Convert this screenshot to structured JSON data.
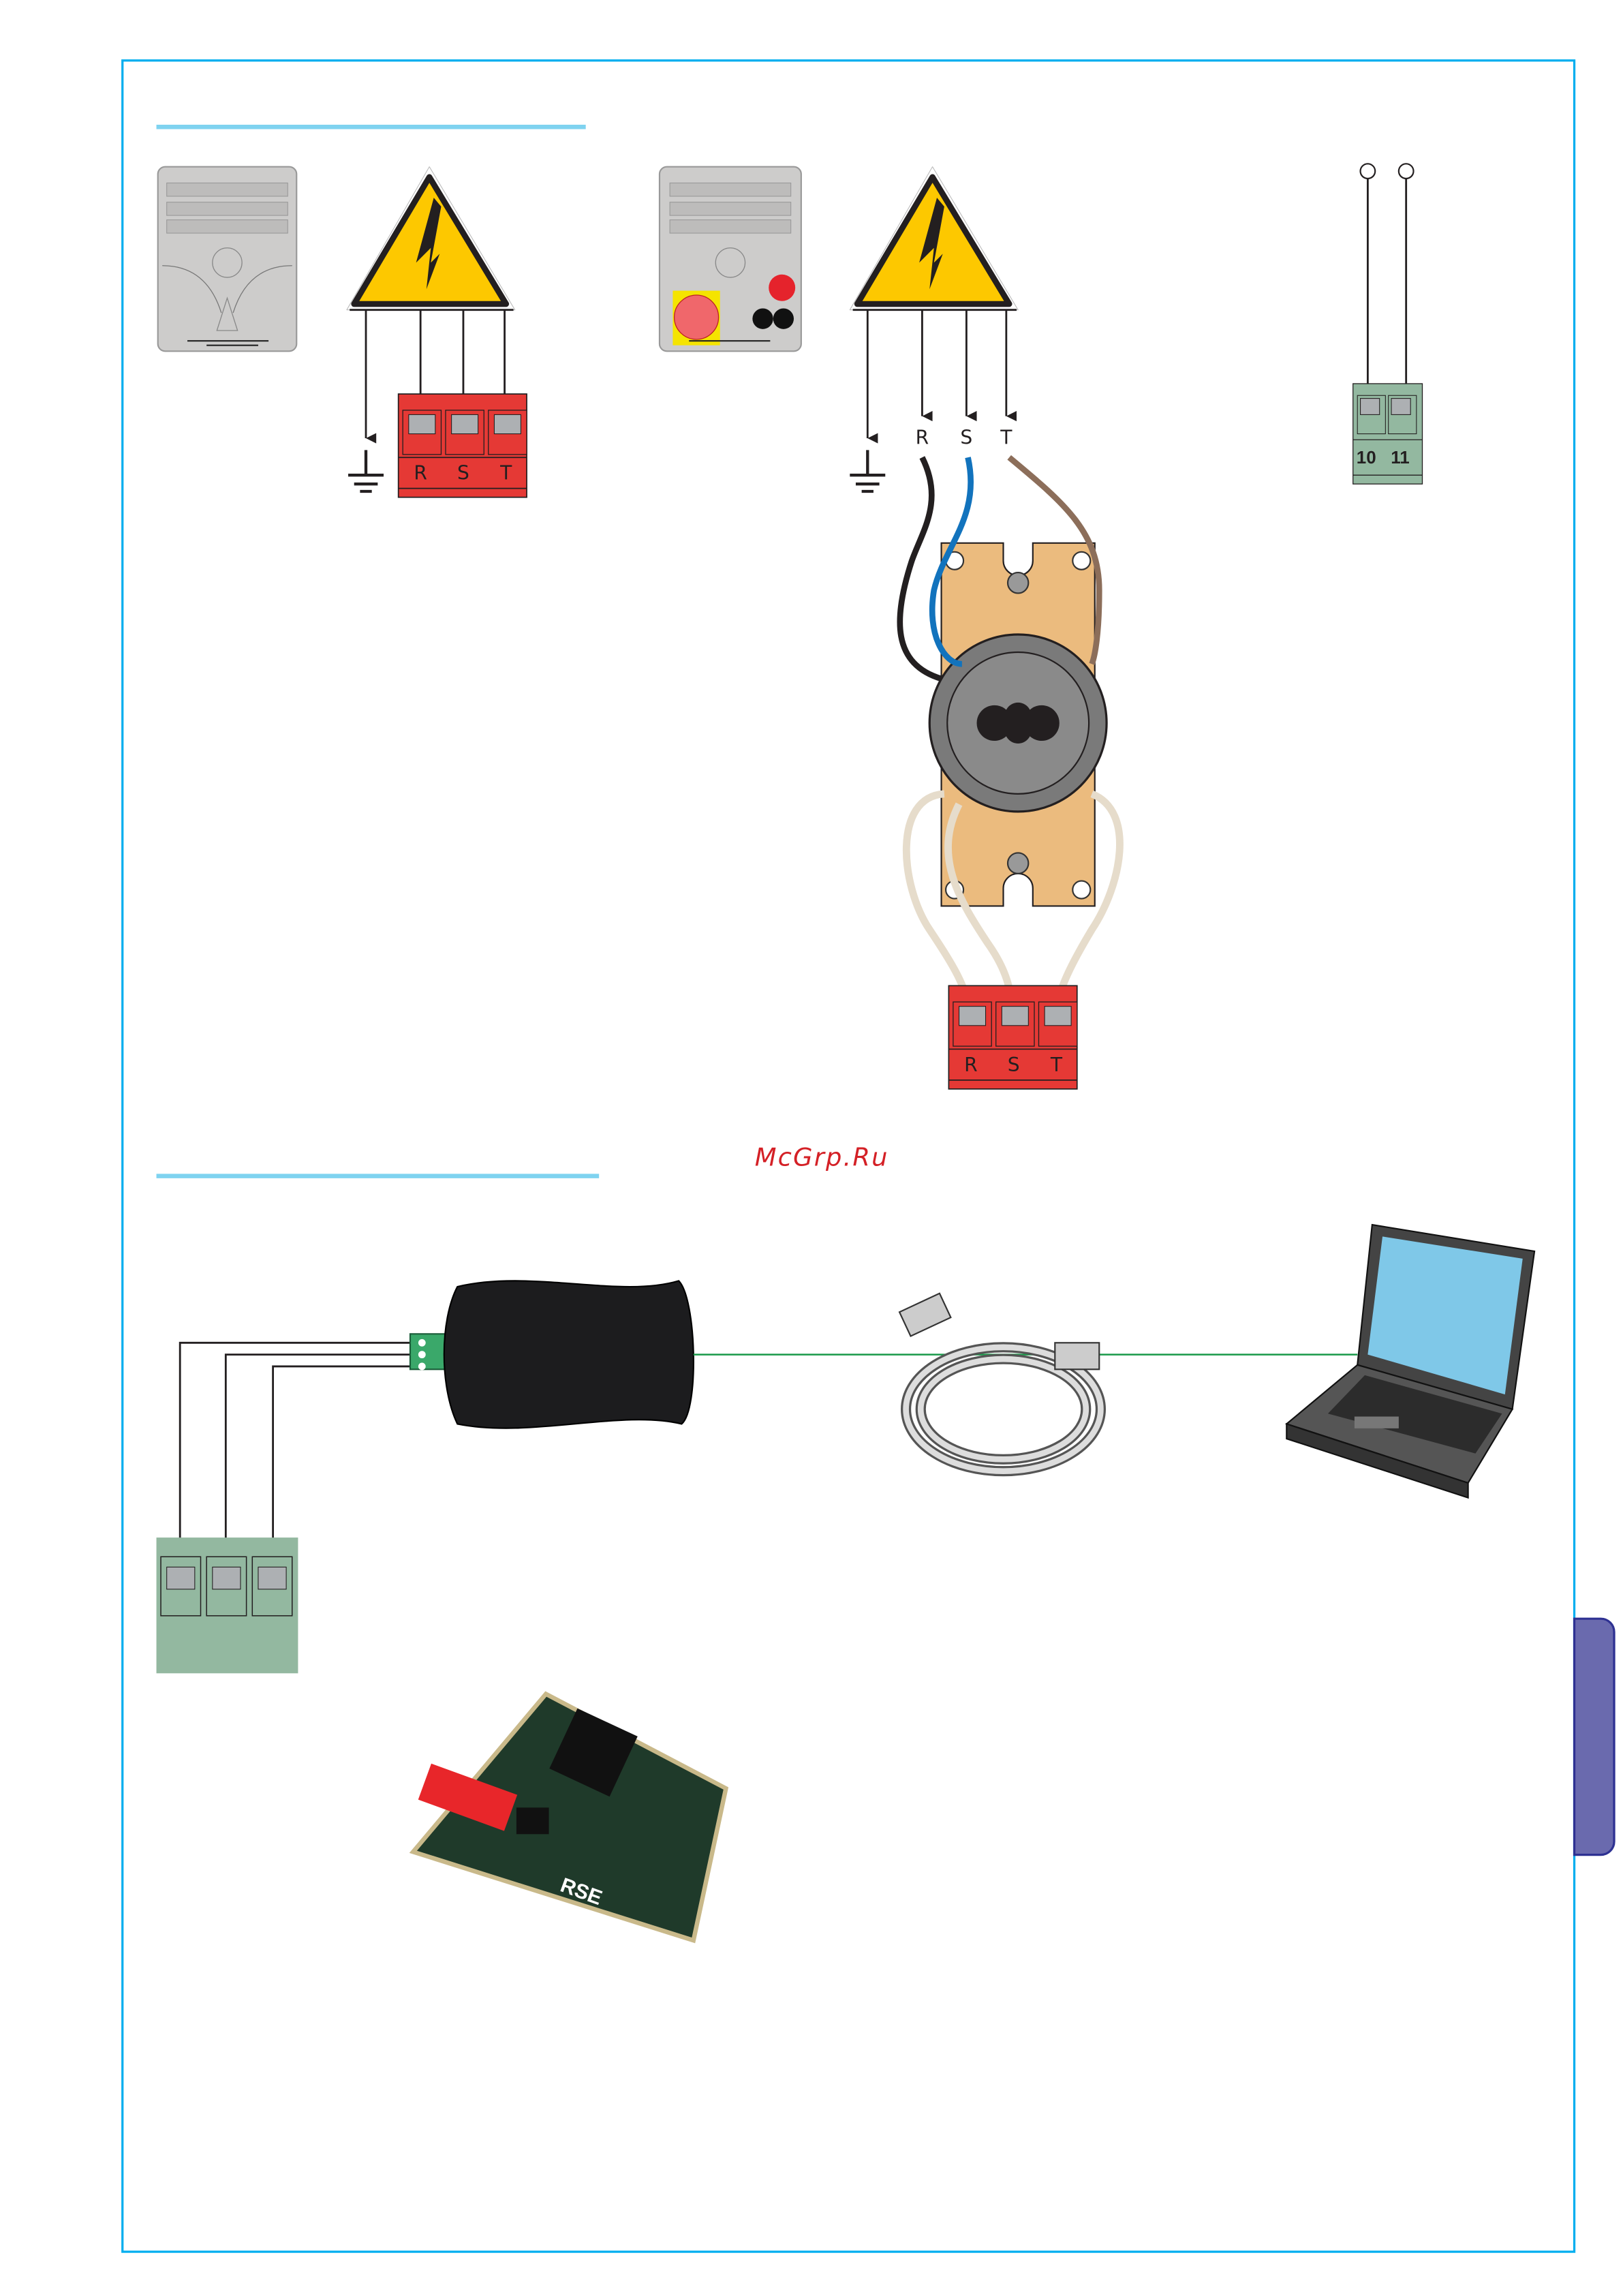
{
  "colors": {
    "frame": "#00aeef",
    "section_rule": "#7fd3f0",
    "terminal_red": "#e53935",
    "terminal_green": "#93b8a0",
    "warning_yellow": "#fdc800",
    "side_tab": "#6a6aae",
    "wire_green": "#1a9a4a",
    "watermark": "#d42026"
  },
  "section1": {
    "single_phase": {
      "terminal_labels": [
        "R",
        "S",
        "T"
      ]
    },
    "three_phase": {
      "wire_labels": [
        "R",
        "S",
        "T"
      ],
      "terminal_labels": [
        "R",
        "S",
        "T"
      ]
    },
    "contact_terminal": {
      "labels": [
        "10",
        "11"
      ]
    }
  },
  "watermark": "McGrp.Ru",
  "section2": {
    "board_label": "RSE"
  }
}
